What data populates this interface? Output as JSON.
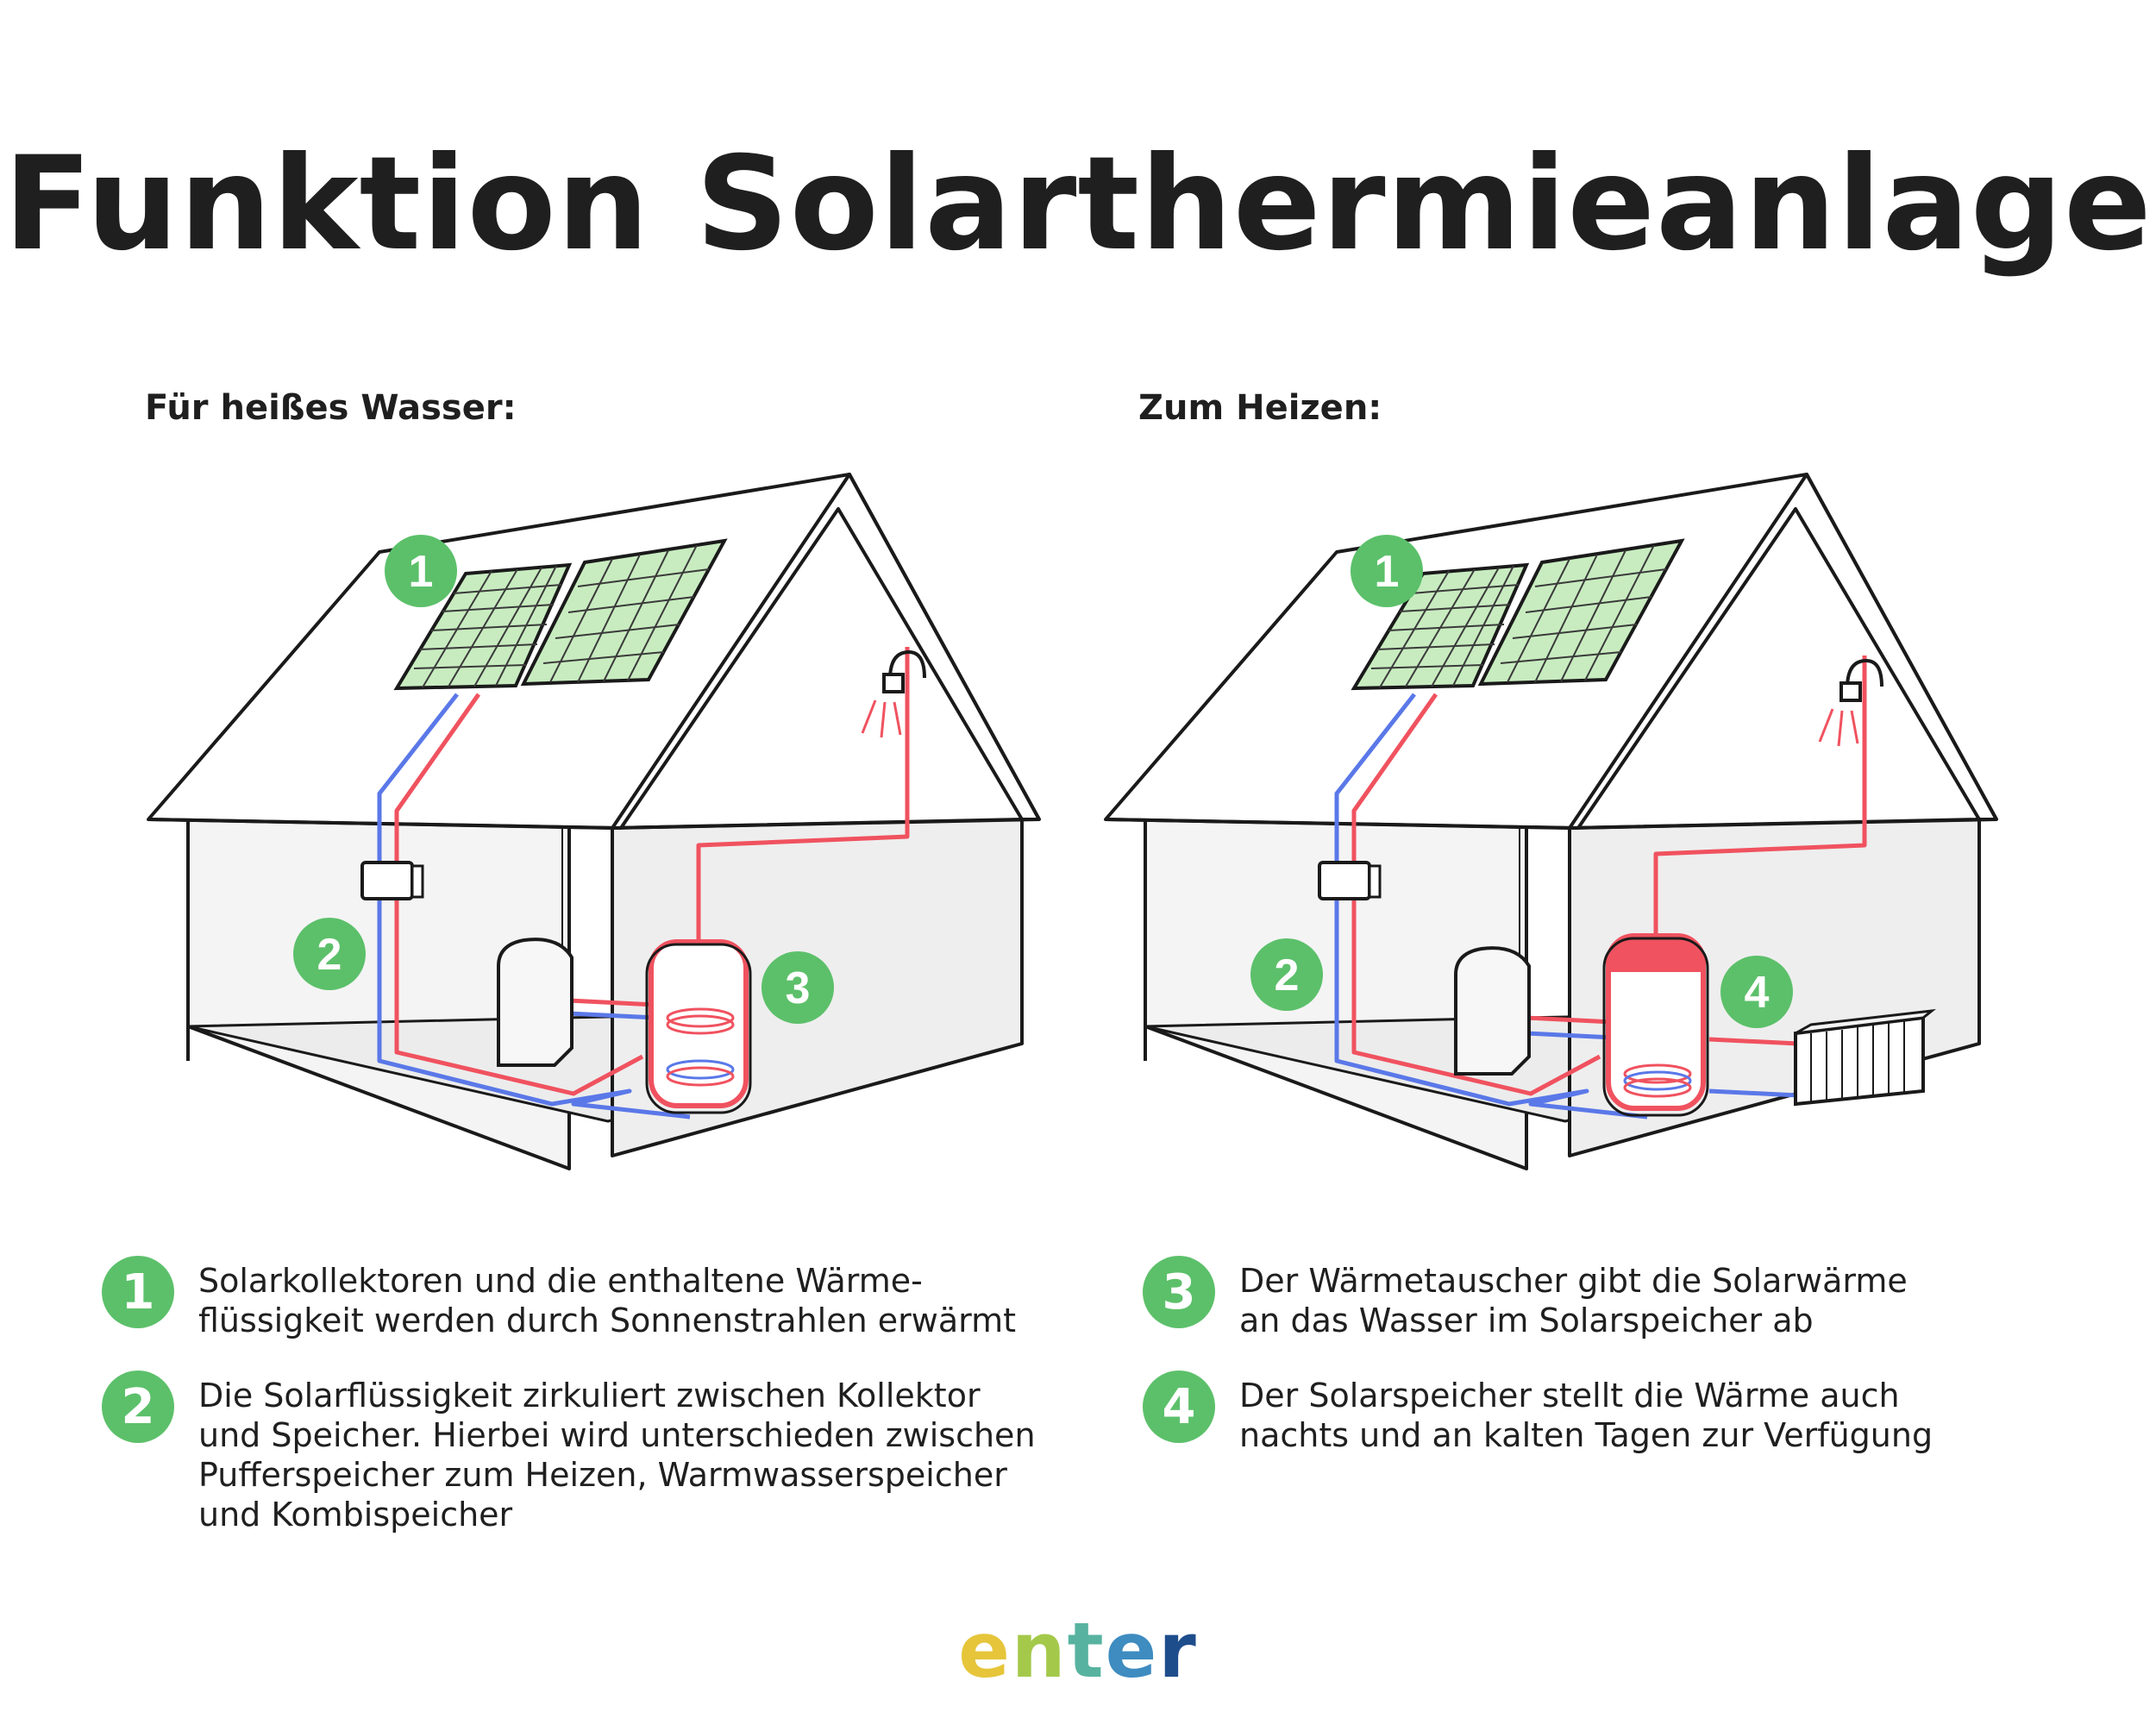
{
  "title": "Funktion Solarthermieanlage",
  "sections": {
    "hot_water": {
      "label": "Für heißes Wasser:"
    },
    "heating": {
      "label": "Zum Heizen:"
    }
  },
  "markers": {
    "hot_water": [
      "1",
      "2",
      "3"
    ],
    "heating": [
      "1",
      "2",
      "4"
    ]
  },
  "legend": [
    {
      "number": "1",
      "text": "Solarkollektoren und die enthaltene Wärme-\nflüssigkeit werden durch Sonnenstrahlen erwärmt"
    },
    {
      "number": "2",
      "text": "Die Solarflüssigkeit zirkuliert zwischen Kollektor\nund Speicher. Hierbei wird unterschieden zwischen\nPufferspeicher zum Heizen, Warmwasserspeicher\nund Kombispeicher"
    },
    {
      "number": "3",
      "text": "Der Wärmetauscher gibt die Solarwärme\nan das Wasser im Solarspeicher ab"
    },
    {
      "number": "4",
      "text": "Der Solarspeicher stellt die Wärme auch\nnachts und an kalten Tagen zur Verfügung"
    }
  ],
  "logo": {
    "letters": [
      "e",
      "n",
      "t",
      "e",
      "r"
    ]
  },
  "colors": {
    "badge_green": "#5cc06a",
    "hot_pipe": "#f0525f",
    "cold_pipe": "#5a78e8",
    "panel_fill": "#c8ecc0",
    "wall_fill": "#f1f1f1",
    "logo_gradient": [
      "#e6c53a",
      "#a4c94a",
      "#57b3a0",
      "#3e8cc0",
      "#1e4d8c"
    ]
  }
}
